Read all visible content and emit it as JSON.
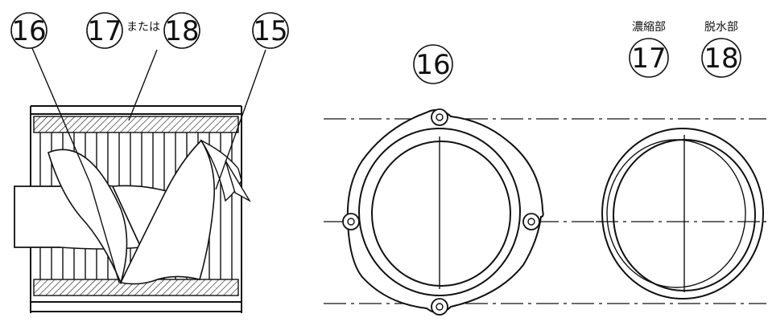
{
  "left_view": {
    "callouts": [
      {
        "number": "16"
      },
      {
        "number": "17"
      },
      {
        "connector_text": "または"
      },
      {
        "number": "18"
      },
      {
        "number": "15"
      }
    ]
  },
  "right_view": {
    "left_part": {
      "number": "16"
    },
    "right_part": {
      "numbers": [
        "17",
        "18"
      ],
      "captions": [
        "濃縮部",
        "脱水部"
      ]
    }
  }
}
